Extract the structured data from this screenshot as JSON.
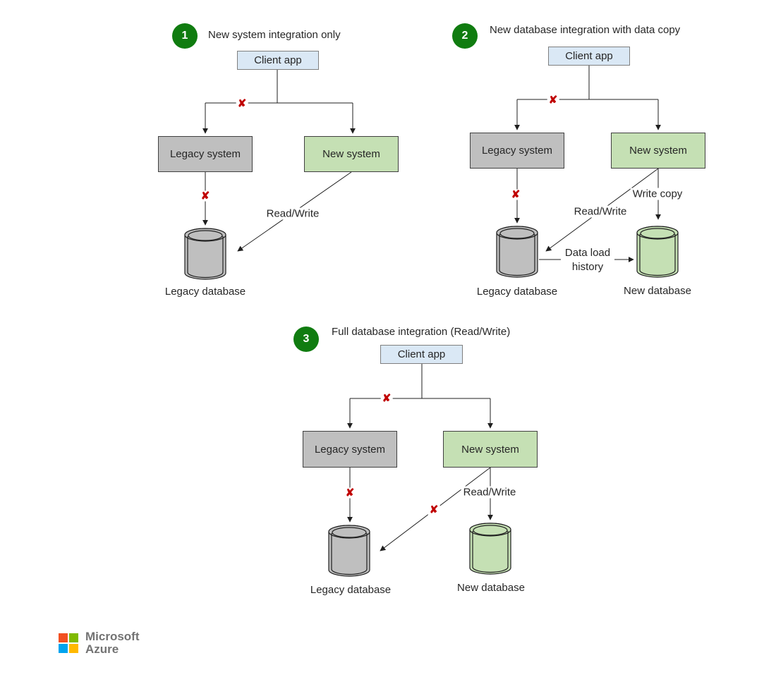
{
  "colors": {
    "badge_green": "#107c10",
    "client_app_fill": "#dae8f5",
    "client_app_border": "#7f7f7f",
    "legacy_fill": "#bfbfbf",
    "new_fill": "#c5e0b4",
    "box_border": "#404040",
    "line": "#1f1f1f",
    "x_mark_red": "#c00000",
    "logo_text_gray": "#737373",
    "ms_square_red": "#f25022",
    "ms_square_green": "#7fba00",
    "ms_square_blue": "#00a4ef",
    "ms_square_yellow": "#ffb900"
  },
  "icons": {
    "blocked_x": "✘"
  },
  "panels": [
    {
      "badge": "1",
      "title": "New system integration only",
      "client_app": "Client app",
      "legacy_system": "Legacy system",
      "new_system": "New system",
      "legacy_database": "Legacy database",
      "labels": {
        "read_write": "Read/Write"
      }
    },
    {
      "badge": "2",
      "title": "New database integration with data copy",
      "client_app": "Client app",
      "legacy_system": "Legacy system",
      "new_system": "New system",
      "legacy_database": "Legacy database",
      "new_database": "New database",
      "labels": {
        "read_write": "Read/Write",
        "write_copy": "Write copy",
        "data_load_history": "Data load history"
      }
    },
    {
      "badge": "3",
      "title": "Full database integration (Read/Write)",
      "client_app": "Client app",
      "legacy_system": "Legacy system",
      "new_system": "New system",
      "legacy_database": "Legacy database",
      "new_database": "New database",
      "labels": {
        "read_write": "Read/Write"
      }
    }
  ],
  "logo": {
    "line1": "Microsoft",
    "line2": "Azure"
  }
}
